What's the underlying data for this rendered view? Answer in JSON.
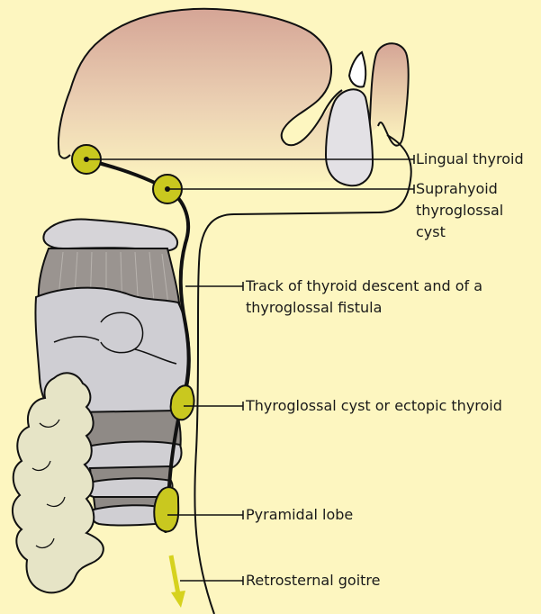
{
  "labels": {
    "lingual_thyroid": "Lingual thyroid",
    "suprahyoid_line1": "Suprahyoid",
    "suprahyoid_line2": "thyroglossal",
    "suprahyoid_line3": "cyst",
    "track_line1": "Track of thyroid descent and of a",
    "track_line2": "thyroglossal fistula",
    "thyroglossal_cyst": "Thyroglossal cyst or ectopic thyroid",
    "pyramidal_lobe": "Pyramidal lobe",
    "retrosternal_goitre": "Retrosternal goitre"
  },
  "colors": {
    "background": "#fdf6c0",
    "tongue_top": "#d7a79b",
    "tongue_bottom": "#fdf6c0",
    "thyroid_tissue": "#c8c81e",
    "cartilage": "#d0cfd3",
    "cartilage_shadow": "#8f8a86",
    "thyroid_gland_lobe": "#e5e3c4",
    "outline": "#111111",
    "arrow": "#d6d21e"
  }
}
